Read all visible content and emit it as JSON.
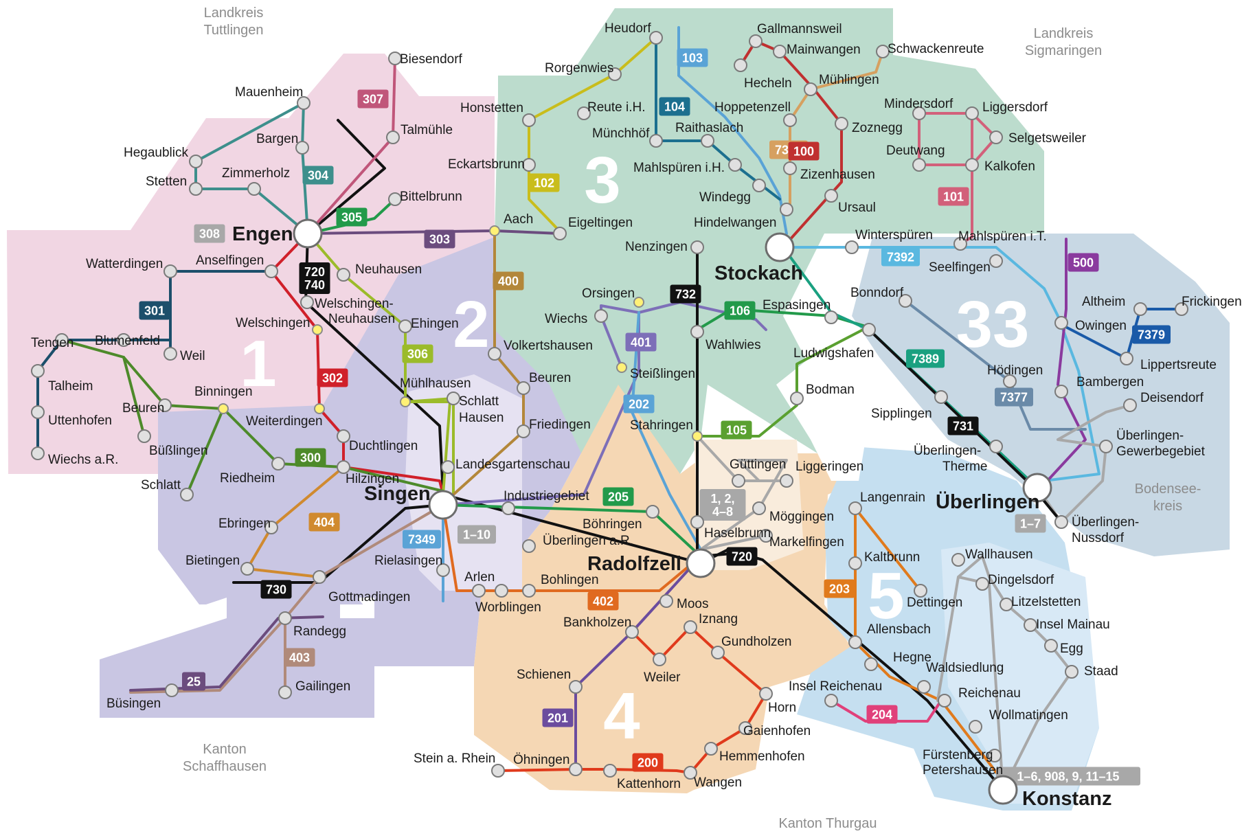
{
  "regions": {
    "tuttlingen": [
      "Landkreis",
      "Tuttlingen"
    ],
    "sigmaringen": [
      "Landkreis",
      "Sigmaringen"
    ],
    "schaffhausen": [
      "Kanton",
      "Schaffhausen"
    ],
    "bodenseekreis": [
      "Bodensee-",
      "kreis"
    ],
    "thurgau": "Kanton Thurgau"
  },
  "zones": {
    "z1": "1",
    "z2": "2",
    "z3": "3",
    "z4": "4",
    "z5": "5",
    "z33": "33"
  },
  "hubs": {
    "engen": "Engen",
    "singen": "Singen",
    "stockach": "Stockach",
    "radolfzell": "Radolfzell",
    "ueberlingen": "Überlingen",
    "konstanz": "Konstanz"
  },
  "routes": [
    {
      "label": "307",
      "color": "#c0567a"
    },
    {
      "label": "304",
      "color": "#3d8f8c"
    },
    {
      "label": "305",
      "color": "#229a4a"
    },
    {
      "label": "308",
      "color": "#a8a8a8"
    },
    {
      "label": "303",
      "color": "#6b4c7e"
    },
    {
      "label": "720\n740",
      "color": "#111111"
    },
    {
      "label": "301",
      "color": "#1c4f6b"
    },
    {
      "label": "302",
      "color": "#d0202a"
    },
    {
      "label": "306",
      "color": "#9bbb2a"
    },
    {
      "label": "300",
      "color": "#4d8a2a"
    },
    {
      "label": "404",
      "color": "#d08a2f"
    },
    {
      "label": "7349",
      "color": "#5aa3d6"
    },
    {
      "label": "1–10",
      "color": "#a8a8a8"
    },
    {
      "label": "730",
      "color": "#111111"
    },
    {
      "label": "25",
      "color": "#6b4c7e"
    },
    {
      "label": "403",
      "color": "#b08a7a"
    },
    {
      "label": "400",
      "color": "#b3873a"
    },
    {
      "label": "401",
      "color": "#7d6fb8"
    },
    {
      "label": "202",
      "color": "#5aa3d6"
    },
    {
      "label": "205",
      "color": "#229a4a"
    },
    {
      "label": "402",
      "color": "#e06a20"
    },
    {
      "label": "102",
      "color": "#c9bd1c"
    },
    {
      "label": "103",
      "color": "#5aa3d6"
    },
    {
      "label": "104",
      "color": "#1c6f8f"
    },
    {
      "label": "7391",
      "color": "#d6a060"
    },
    {
      "label": "100",
      "color": "#c03030"
    },
    {
      "label": "101",
      "color": "#d2607a"
    },
    {
      "label": "106",
      "color": "#229a4a"
    },
    {
      "label": "732",
      "color": "#111111"
    },
    {
      "label": "105",
      "color": "#5aa030"
    },
    {
      "label": "7392",
      "color": "#5ab8e0"
    },
    {
      "label": "7389",
      "color": "#1aa080"
    },
    {
      "label": "1, 2,\n4–8",
      "color": "#a8a8a8"
    },
    {
      "label": "720",
      "color": "#111111"
    },
    {
      "label": "201",
      "color": "#6b4c9e"
    },
    {
      "label": "200",
      "color": "#e03a1c"
    },
    {
      "label": "203",
      "color": "#e07a1c"
    },
    {
      "label": "204",
      "color": "#e0407a"
    },
    {
      "label": "500",
      "color": "#8a3a9e"
    },
    {
      "label": "7379",
      "color": "#1a5aa8"
    },
    {
      "label": "7377",
      "color": "#6a8aa8"
    },
    {
      "label": "731",
      "color": "#111111"
    },
    {
      "label": "1–7",
      "color": "#a8a8a8"
    },
    {
      "label": "1–6, 908, 9, 11–15",
      "color": "#a8a8a8"
    }
  ],
  "stops": {
    "biesendorf": "Biesendorf",
    "talmuehle": "Talmühle",
    "mauenheim": "Mauenheim",
    "bargen": "Bargen",
    "hegaublick": "Hegaublick",
    "stetten": "Stetten",
    "zimmerholz": "Zimmerholz",
    "bittelbrunn": "Bittelbrunn",
    "watterdingen": "Watterdingen",
    "anselfingen": "Anselfingen",
    "neuhausen": "Neuhausen",
    "welschingen_neuhausen": [
      "Welschingen-",
      "Neuhausen"
    ],
    "welschingen": "Welschingen",
    "ehingen": "Ehingen",
    "tengen": "Tengen",
    "blumenfeld": "Blumenfeld",
    "talheim": "Talheim",
    "weil": "Weil",
    "uttenhofen": "Uttenhofen",
    "beuren1": "Beuren",
    "binningen": "Binningen",
    "weiterdingen": "Weiterdingen",
    "buesslingen": "Büßlingen",
    "wiechs_ar": "Wiechs a.R.",
    "schlatt1": "Schlatt",
    "riedheim": "Riedheim",
    "duchtlingen": "Duchtlingen",
    "hilzingen": "Hilzingen",
    "muehlhausen": "Mühlhausen",
    "schlatt_hausen": [
      "Schlatt",
      "Hausen"
    ],
    "landesgartenschau": "Landesgartenschau",
    "volkertshausen": "Volkertshausen",
    "beuren2": "Beuren",
    "friedingen": "Friedingen",
    "industriegebiet": "Industriegebiet",
    "ebringen": "Ebringen",
    "bietingen": "Bietingen",
    "rielasingen": "Rielasingen",
    "arlen": "Arlen",
    "worblingen": "Worblingen",
    "ueberlingen_ar": "Überlingen a.R.",
    "bohlingen": "Bohlingen",
    "boehringen": "Böhringen",
    "gottmadingen": "Gottmadingen",
    "randegg": "Randegg",
    "gailingen": "Gailingen",
    "buesingen": "Büsingen",
    "aach": "Aach",
    "eigeltingen": "Eigeltingen",
    "honstetten": "Honstetten",
    "rorgenwies": "Rorgenwies",
    "heudorf": "Heudorf",
    "reute": "Reute i.H.",
    "muenchhoef": "Münchhöf",
    "raithaslach": "Raithaslach",
    "eckartsbrunn": "Eckartsbrunn",
    "mahlspueren_ih": "Mahlspüren i.H.",
    "windegg": "Windegg",
    "hindelwangen": "Hindelwangen",
    "gallmannsweil": "Gallmannsweil",
    "mainwangen": "Mainwangen",
    "schwackenreute": "Schwackenreute",
    "hecheln": "Hecheln",
    "muehlingen": "Mühlingen",
    "hoppetenzell": "Hoppetenzell",
    "zoznegg": "Zoznegg",
    "zizenhausen": "Zizenhausen",
    "ursaul": "Ursaul",
    "nenzingen": "Nenzingen",
    "orsingen": "Orsingen",
    "wiechs2": "Wiechs",
    "espasingen": "Espasingen",
    "wahlwies": "Wahlwies",
    "steisslingen": "Steißlingen",
    "ludwigshafen": "Ludwigshafen",
    "bodman": "Bodman",
    "stahringen": "Stahringen",
    "mindersdorf": "Mindersdorf",
    "liggersdorf": "Liggersdorf",
    "selgetsweiler": "Selgetsweiler",
    "deutwang": "Deutwang",
    "kalkofen": "Kalkofen",
    "winterspueren": "Winterspüren",
    "mahlspueren_it": "Mahlspüren i.T.",
    "seelfingen": "Seelfingen",
    "bonndorf": "Bonndorf",
    "hoedingen": "Hödingen",
    "sipplingen": "Sipplingen",
    "ueberlingen_therme": [
      "Überlingen-",
      "Therme"
    ],
    "altheim": "Altheim",
    "frickingen": "Frickingen",
    "owingen": "Owingen",
    "lippertsreute": "Lippertsreute",
    "bambergen": "Bambergen",
    "deisendorf": "Deisendorf",
    "ueberlingen_gewerbe": [
      "Überlingen-",
      "Gewerbegebiet"
    ],
    "ueberlingen_nussdorf": [
      "Überlingen-",
      "Nussdorf"
    ],
    "guettingen": "Güttingen",
    "liggeringen": "Liggeringen",
    "moeggingen": "Möggingen",
    "haselbrunn": "Haselbrunn",
    "markelfingen": "Markelfingen",
    "moos": "Moos",
    "iznang": "Iznang",
    "bankholzen": "Bankholzen",
    "gundholzen": "Gundholzen",
    "weiler": "Weiler",
    "schienen": "Schienen",
    "horn": "Horn",
    "gaienhofen": "Gaienhofen",
    "hemmenhofen": "Hemmenhofen",
    "stein": "Stein a. Rhein",
    "oehningen": "Öhningen",
    "kattenhorn": "Kattenhorn",
    "wangen": "Wangen",
    "langenrain": "Langenrain",
    "kaltbrunn": "Kaltbrunn",
    "dettingen": "Dettingen",
    "allensbach": "Allensbach",
    "hegne": "Hegne",
    "wallhausen": "Wallhausen",
    "dingelsdorf": "Dingelsdorf",
    "litzelstetten": "Litzelstetten",
    "insel_mainau": "Insel Mainau",
    "egg": "Egg",
    "staad": "Staad",
    "insel_reichenau": "Insel Reichenau",
    "waldsiedlung": "Waldsiedlung",
    "reichenau": "Reichenau",
    "wollmatingen": "Wollmatingen",
    "fuerstenberg": [
      "Fürstenberg",
      "Petershausen"
    ]
  },
  "colors": {
    "zone1": "#f1d6e3",
    "zone2": "#c9c6e3",
    "zone3": "#bcdccd",
    "zone4": "#f5d7b4",
    "zone5": "#c5dff0",
    "zone33": "#c8d8e4",
    "zone_singen_core": "#e6e2f2",
    "zone_radolfzell_core": "#f9ecdc"
  }
}
